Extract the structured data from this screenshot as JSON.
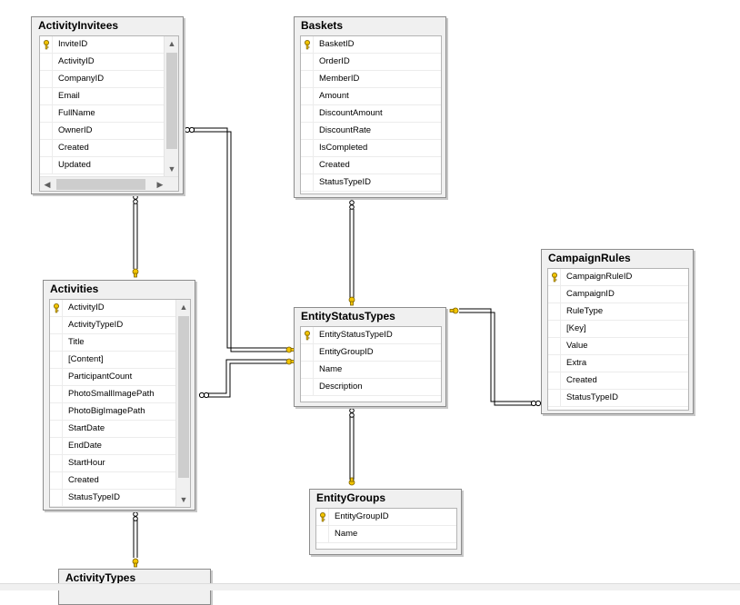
{
  "tables": {
    "activity_invitees": {
      "title": "ActivityInvitees",
      "columns": [
        "InviteID",
        "ActivityID",
        "CompanyID",
        "Email",
        "FullName",
        "OwnerID",
        "Created",
        "Updated"
      ]
    },
    "baskets": {
      "title": "Baskets",
      "columns": [
        "BasketID",
        "OrderID",
        "MemberID",
        "Amount",
        "DiscountAmount",
        "DiscountRate",
        "IsCompleted",
        "Created",
        "StatusTypeID"
      ]
    },
    "campaign_rules": {
      "title": "CampaignRules",
      "columns": [
        "CampaignRuleID",
        "CampaignID",
        "RuleType",
        "[Key]",
        "Value",
        "Extra",
        "Created",
        "StatusTypeID"
      ]
    },
    "activities": {
      "title": "Activities",
      "columns": [
        "ActivityID",
        "ActivityTypeID",
        "Title",
        "[Content]",
        "ParticipantCount",
        "PhotoSmallImagePath",
        "PhotoBigImagePath",
        "StartDate",
        "EndDate",
        "StartHour",
        "Created",
        "StatusTypeID"
      ]
    },
    "entity_status_types": {
      "title": "EntityStatusTypes",
      "columns": [
        "EntityStatusTypeID",
        "EntityGroupID",
        "Name",
        "Description"
      ]
    },
    "entity_groups": {
      "title": "EntityGroups",
      "columns": [
        "EntityGroupID",
        "Name"
      ]
    },
    "activity_types": {
      "title": "ActivityTypes",
      "columns": []
    }
  },
  "icons": {
    "primary_key": "key-icon",
    "scroll_up": "chevron-up-icon",
    "scroll_down": "chevron-down-icon",
    "scroll_left": "chevron-left-icon",
    "scroll_right": "chevron-right-icon",
    "link_many_end": "infinity-icon",
    "link_one_end": "key-icon"
  },
  "colors": {
    "key_fill": "#f2c400",
    "key_stroke": "#8a6d00",
    "link": "#000000"
  }
}
